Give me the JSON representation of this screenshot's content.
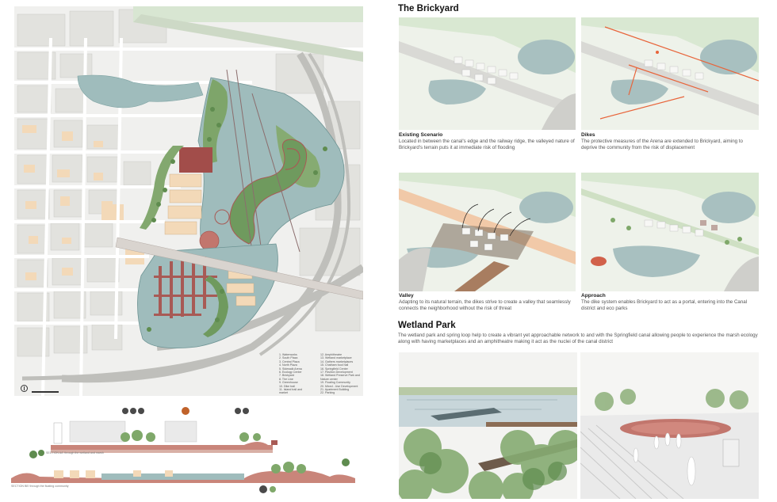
{
  "brickyard": {
    "title": "The Brickyard",
    "panels": [
      {
        "title": "Existing Scenario",
        "text": "Located in between the canal's edge and the railway ridge, the valleyed nature of Brickyard's terrain puts it at immediate risk of flooding"
      },
      {
        "title": "Dikes",
        "text": "The protective measures of the Arena are extended to Brickyard, aiming to deprive the community from the risk of displacement"
      },
      {
        "title": "Valley",
        "text": "Adapting to its natural terrain, the dikes strive to create a valley that seamlessly connects the neighborhood without the risk of threat"
      },
      {
        "title": "Approach",
        "text": "The dike system enables Brickyard to act as a portal, entering into the Canal district and eco parks"
      }
    ]
  },
  "wetland": {
    "title": "Wetland Park",
    "text": "The wetland park and spring loop help to create a vibrant yet approachable network to and with the Springfield canal allowing people to experience the marsh ecology along with having marketplaces and an amphitheatre making it act as the nuclei of the canal district"
  },
  "legend": {
    "col1": [
      "1.   Waterworks",
      "2.   South Plaza",
      "3.   Central Plaza",
      "4.   North Plaza",
      "5.   Sidewalk Arena",
      "6.   Ecology Center",
      "7.   Brickyard",
      "8.   The Line",
      "9.   Greenhouse",
      "10. Dike trail",
      "11. Island trail and",
      "      market"
    ],
    "col2": [
      "12. Amphitheatre",
      "13. Wetland marketplace",
      "14. Gathers marketplaces",
      "15. Chatham food hall",
      "16. Springfield Center",
      "17. Pavilion Development",
      "18. Wetland Preserve Park and",
      "      Nature center",
      "19. Floating Community",
      "20. Mixed - Use Development",
      "21. Apartment Building",
      "22. Parking"
    ]
  },
  "sections": {
    "label_a": "SECTION AA' through the wetland and marsh",
    "label_b": "SECTION BB' through the floating community"
  },
  "colors": {
    "water": "#9fbcbc",
    "green": "#6f9a5e",
    "brick": "#a85a55",
    "road": "#d9d9d5",
    "building": "#f3d9b8",
    "dike": "#e8643a"
  }
}
